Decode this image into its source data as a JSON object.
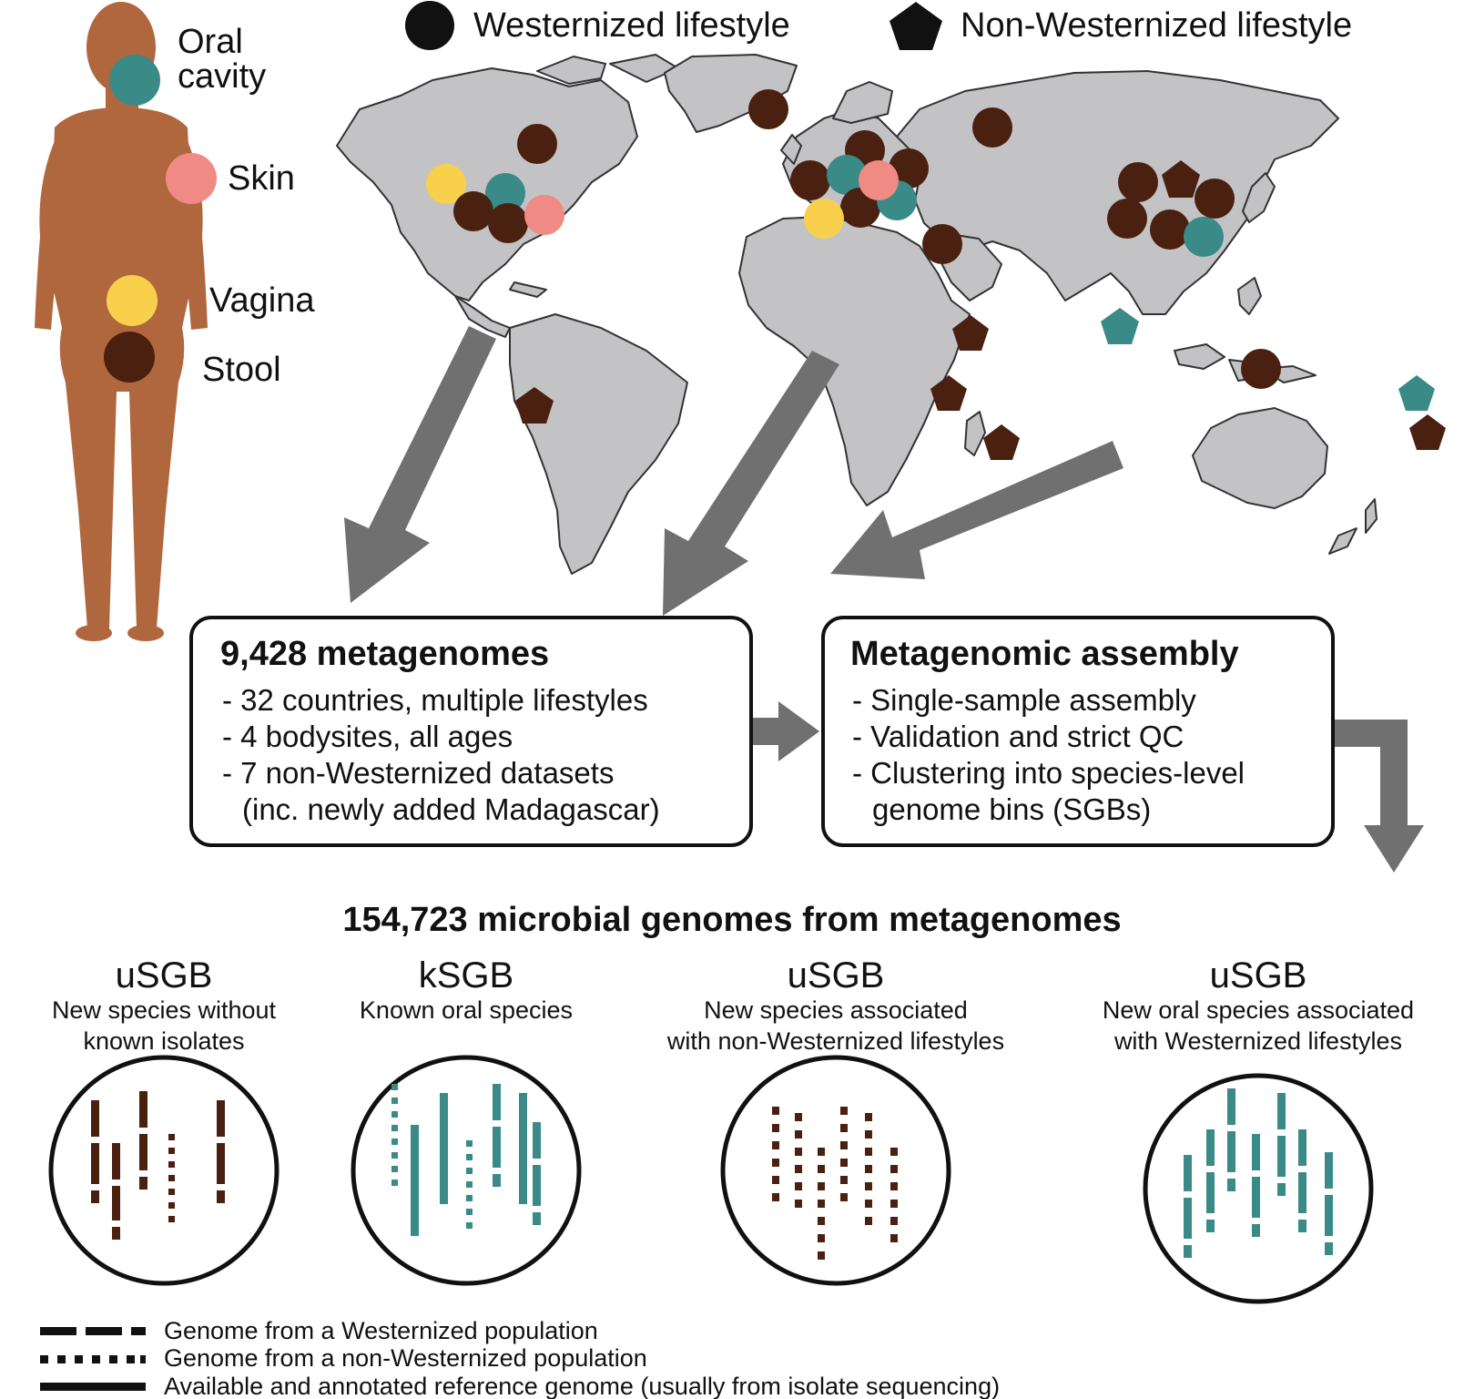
{
  "colors": {
    "body": "#b0673d",
    "oral": "#3a8a87",
    "skin": "#ef8a85",
    "vagina": "#f8d04b",
    "stool": "#4a2010",
    "map_land": "#c3c3c6",
    "arrow": "#707070"
  },
  "body_sites": [
    {
      "label_lines": [
        "Oral",
        "cavity"
      ],
      "color_key": "oral",
      "icon": "circle-marker"
    },
    {
      "label_lines": [
        "Skin"
      ],
      "color_key": "skin",
      "icon": "circle-marker"
    },
    {
      "label_lines": [
        "Vagina"
      ],
      "color_key": "vagina",
      "icon": "circle-marker"
    },
    {
      "label_lines": [
        "Stool"
      ],
      "color_key": "stool",
      "icon": "circle-marker"
    }
  ],
  "legend": {
    "westernized": {
      "label": "Westernized lifestyle",
      "icon": "circle-icon"
    },
    "non_westernized": {
      "label": "Non-Westernized lifestyle",
      "icon": "pentagon-icon"
    }
  },
  "box_metagenomes": {
    "title": "9,428 metagenomes",
    "lines": [
      "- 32 countries, multiple lifestyles",
      "- 4 bodysites, all ages",
      "- 7 non-Westernized datasets",
      "(inc. newly added Madagascar)"
    ]
  },
  "box_assembly": {
    "title": "Metagenomic assembly",
    "lines": [
      "- Single-sample assembly",
      "- Validation and strict QC",
      "- Clustering into species-level",
      "genome bins (SGBs)"
    ]
  },
  "result_title": "154,723 microbial genomes from metagenomes",
  "sgb_columns": [
    {
      "title": "uSGB",
      "subtitle_lines": [
        "New species without",
        "known isolates"
      ],
      "color_key": "stool"
    },
    {
      "title": "kSGB",
      "subtitle_lines": [
        "Known oral species"
      ],
      "color_key": "oral"
    },
    {
      "title": "uSGB",
      "subtitle_lines": [
        "New species associated",
        "with non-Westernized lifestyles"
      ],
      "color_key": "stool"
    },
    {
      "title": "uSGB",
      "subtitle_lines": [
        "New oral species associated",
        "with Westernized lifestyles"
      ],
      "color_key": "oral"
    }
  ],
  "key": [
    {
      "label": "Genome from a Westernized population",
      "style": "dashed"
    },
    {
      "label": "Genome from a non-Westernized population",
      "style": "dotted"
    },
    {
      "label": "Available and annotated reference genome (usually from isolate sequencing)",
      "style": "solid"
    }
  ]
}
